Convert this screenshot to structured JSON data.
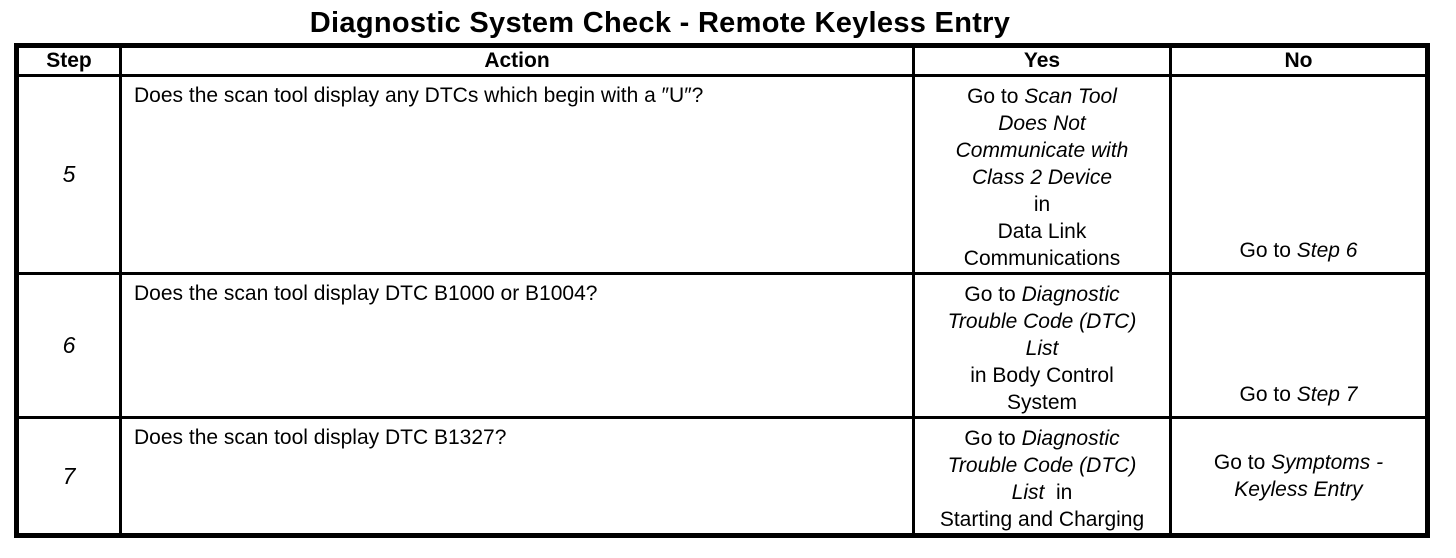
{
  "title": "Diagnostic System Check - Remote Keyless Entry",
  "table": {
    "headers": [
      "Step",
      "Action",
      "Yes",
      "No"
    ],
    "rows": [
      {
        "step": "5",
        "action": "Does the scan tool display any DTCs which begin with a ″U″?",
        "yes": [
          [
            {
              "text": "Go to ",
              "italic": false
            },
            {
              "text": "Scan Tool",
              "italic": true
            }
          ],
          [
            {
              "text": "Does Not",
              "italic": true
            }
          ],
          [
            {
              "text": "Communicate with",
              "italic": true
            }
          ],
          [
            {
              "text": "Class 2 Device",
              "italic": true
            }
          ],
          [
            {
              "text": "in",
              "italic": false
            }
          ],
          [
            {
              "text": "Data Link",
              "italic": false
            }
          ],
          [
            {
              "text": "Communications",
              "italic": false
            }
          ]
        ],
        "no": [
          [
            {
              "text": "Go to ",
              "italic": false
            },
            {
              "text": "Step 6",
              "italic": true
            }
          ]
        ]
      },
      {
        "step": "6",
        "action": "Does the scan tool display DTC B1000 or B1004?",
        "yes": [
          [
            {
              "text": "Go to ",
              "italic": false
            },
            {
              "text": "Diagnostic",
              "italic": true
            }
          ],
          [
            {
              "text": "Trouble Code (DTC)",
              "italic": true
            }
          ],
          [
            {
              "text": "List",
              "italic": true
            }
          ],
          [
            {
              "text": "in Body Control",
              "italic": false
            }
          ],
          [
            {
              "text": "System",
              "italic": false
            }
          ]
        ],
        "no": [
          [
            {
              "text": "Go to ",
              "italic": false
            },
            {
              "text": "Step 7",
              "italic": true
            }
          ]
        ]
      },
      {
        "step": "7",
        "action": "Does the scan tool display DTC B1327?",
        "yes": [
          [
            {
              "text": "Go to ",
              "italic": false
            },
            {
              "text": "Diagnostic",
              "italic": true
            }
          ],
          [
            {
              "text": "Trouble Code (DTC)",
              "italic": true
            }
          ],
          [
            {
              "text": "List",
              "italic": true
            },
            {
              "text": "  in",
              "italic": false
            }
          ],
          [
            {
              "text": "Starting and Charging",
              "italic": false
            }
          ]
        ],
        "no": [
          [
            {
              "text": "Go to ",
              "italic": false
            },
            {
              "text": "Symptoms -",
              "italic": true
            }
          ],
          [
            {
              "text": "Keyless Entry",
              "italic": true
            }
          ]
        ]
      }
    ]
  }
}
